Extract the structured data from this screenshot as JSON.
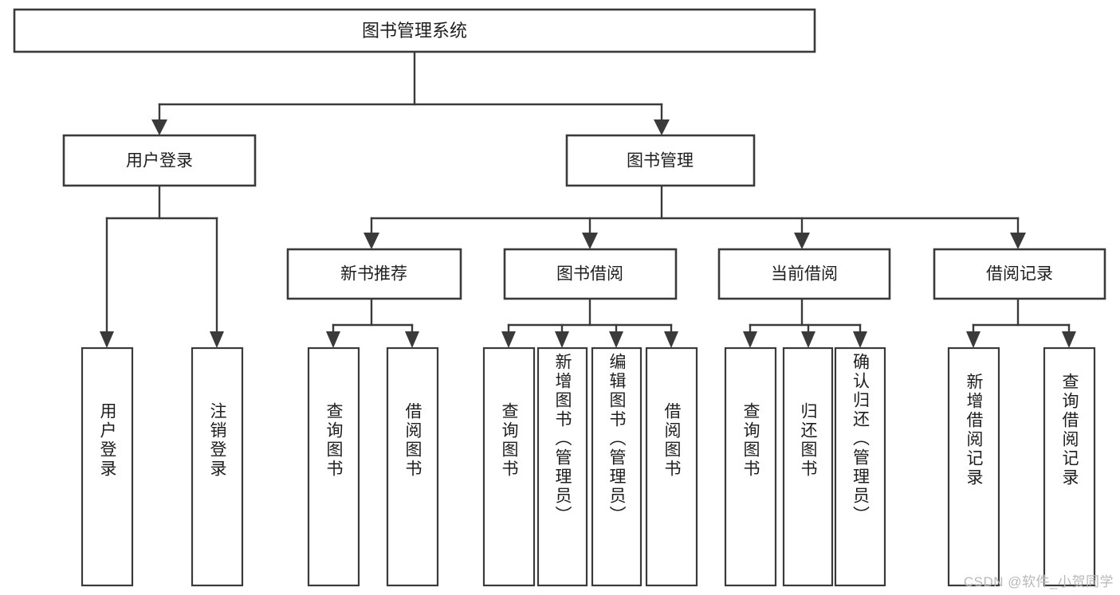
{
  "diagram": {
    "type": "tree-hierarchy-flowchart",
    "title": "图书管理系统",
    "orientation": "top-down",
    "watermark": "CSDN @软件_小贺同学",
    "colors": {
      "box_fill": "#ffffff",
      "box_stroke": "#3a3a3a",
      "connector": "#3a3a3a",
      "text": "#1e1e1e",
      "background": "#ffffff",
      "watermark": "#b8b8b8"
    },
    "root": {
      "label": "图书管理系统",
      "level": 0
    },
    "level1": [
      {
        "label": "用户登录"
      },
      {
        "label": "图书管理"
      }
    ],
    "level2": [
      {
        "label": "新书推荐",
        "parent": "图书管理"
      },
      {
        "label": "图书借阅",
        "parent": "图书管理"
      },
      {
        "label": "当前借阅",
        "parent": "图书管理"
      },
      {
        "label": "借阅记录",
        "parent": "图书管理"
      }
    ],
    "leaves": {
      "用户登录": [
        "用户登录",
        "注销登录"
      ],
      "新书推荐": [
        "查询图书",
        "借阅图书"
      ],
      "图书借阅": [
        "查询图书",
        "新增图书（管理员）",
        "编辑图书（管理员）",
        "借阅图书"
      ],
      "当前借阅": [
        "查询图书",
        "归还图书",
        "确认归还（管理员）"
      ],
      "借阅记录": [
        "新增借阅记录",
        "查询借阅记录"
      ]
    },
    "leaf_list": [
      {
        "id": "l1",
        "label": "用户登录",
        "parent": "用户登录"
      },
      {
        "id": "l2",
        "label": "注销登录",
        "parent": "用户登录"
      },
      {
        "id": "l3",
        "label": "查询图书",
        "parent": "新书推荐"
      },
      {
        "id": "l4",
        "label": "借阅图书",
        "parent": "新书推荐"
      },
      {
        "id": "l5",
        "label": "查询图书",
        "parent": "图书借阅"
      },
      {
        "id": "l6",
        "label": "新增图书（管理员）",
        "parent": "图书借阅"
      },
      {
        "id": "l7",
        "label": "编辑图书（管理员）",
        "parent": "图书借阅"
      },
      {
        "id": "l8",
        "label": "借阅图书",
        "parent": "图书借阅"
      },
      {
        "id": "l9",
        "label": "查询图书",
        "parent": "当前借阅"
      },
      {
        "id": "l10",
        "label": "归还图书",
        "parent": "当前借阅"
      },
      {
        "id": "l11",
        "label": "确认归还（管理员）",
        "parent": "当前借阅"
      },
      {
        "id": "l12",
        "label": "新增借阅记录",
        "parent": "借阅记录"
      },
      {
        "id": "l13",
        "label": "查询借阅记录",
        "parent": "借阅记录"
      }
    ]
  }
}
